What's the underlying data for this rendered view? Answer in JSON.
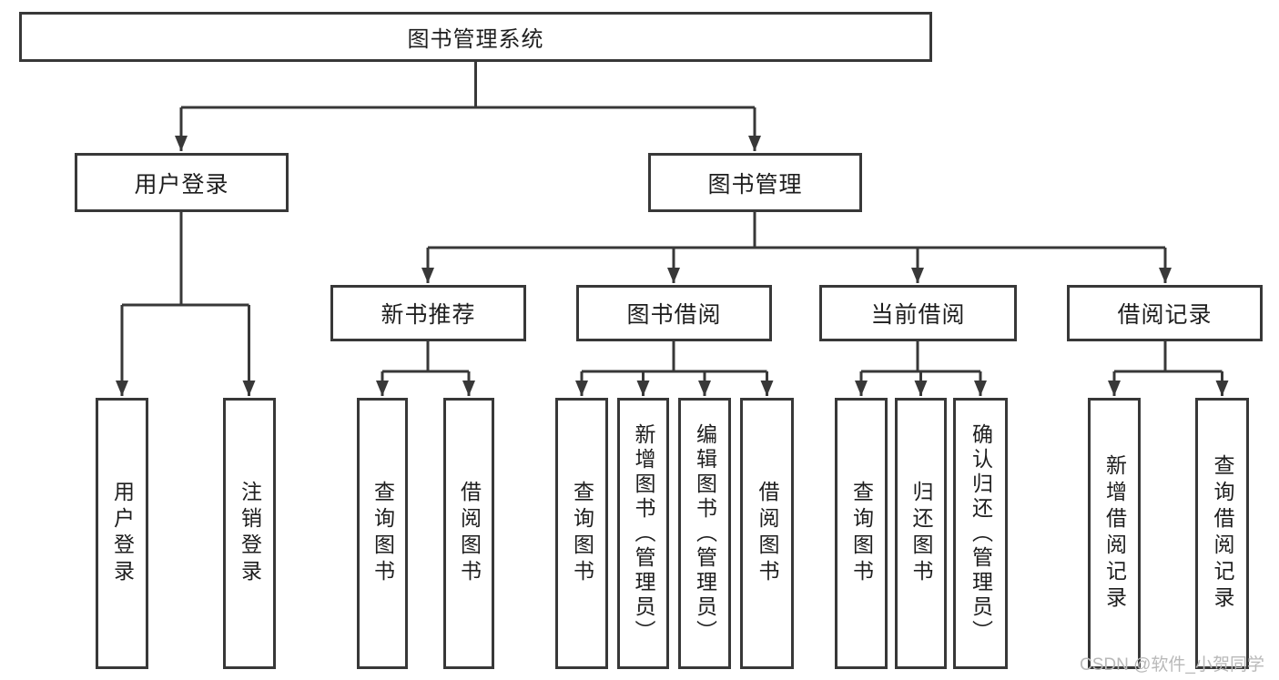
{
  "diagram": {
    "root": {
      "label": "图书管理系统",
      "children": [
        {
          "label": "用户登录",
          "children": [
            {
              "label": "用户登录"
            },
            {
              "label": "注销登录"
            }
          ]
        },
        {
          "label": "图书管理",
          "children": [
            {
              "label": "新书推荐",
              "children": [
                {
                  "label": "查询图书"
                },
                {
                  "label": "借阅图书"
                }
              ]
            },
            {
              "label": "图书借阅",
              "children": [
                {
                  "label": "查询图书"
                },
                {
                  "label": "新增图书（管理员）"
                },
                {
                  "label": "编辑图书（管理员）"
                },
                {
                  "label": "借阅图书"
                }
              ]
            },
            {
              "label": "当前借阅",
              "children": [
                {
                  "label": "查询图书"
                },
                {
                  "label": "归还图书"
                },
                {
                  "label": "确认归还（管理员）"
                }
              ]
            },
            {
              "label": "借阅记录",
              "children": [
                {
                  "label": "新增借阅记录"
                },
                {
                  "label": "查询借阅记录"
                }
              ]
            }
          ]
        }
      ]
    }
  },
  "watermark": {
    "text": "CSDN @软件_小贺同学"
  },
  "colors": {
    "line": "#383838",
    "box_border": "#383838",
    "text": "#1e1e1e",
    "watermark": "#b9b9b9",
    "background": "#ffffff"
  }
}
